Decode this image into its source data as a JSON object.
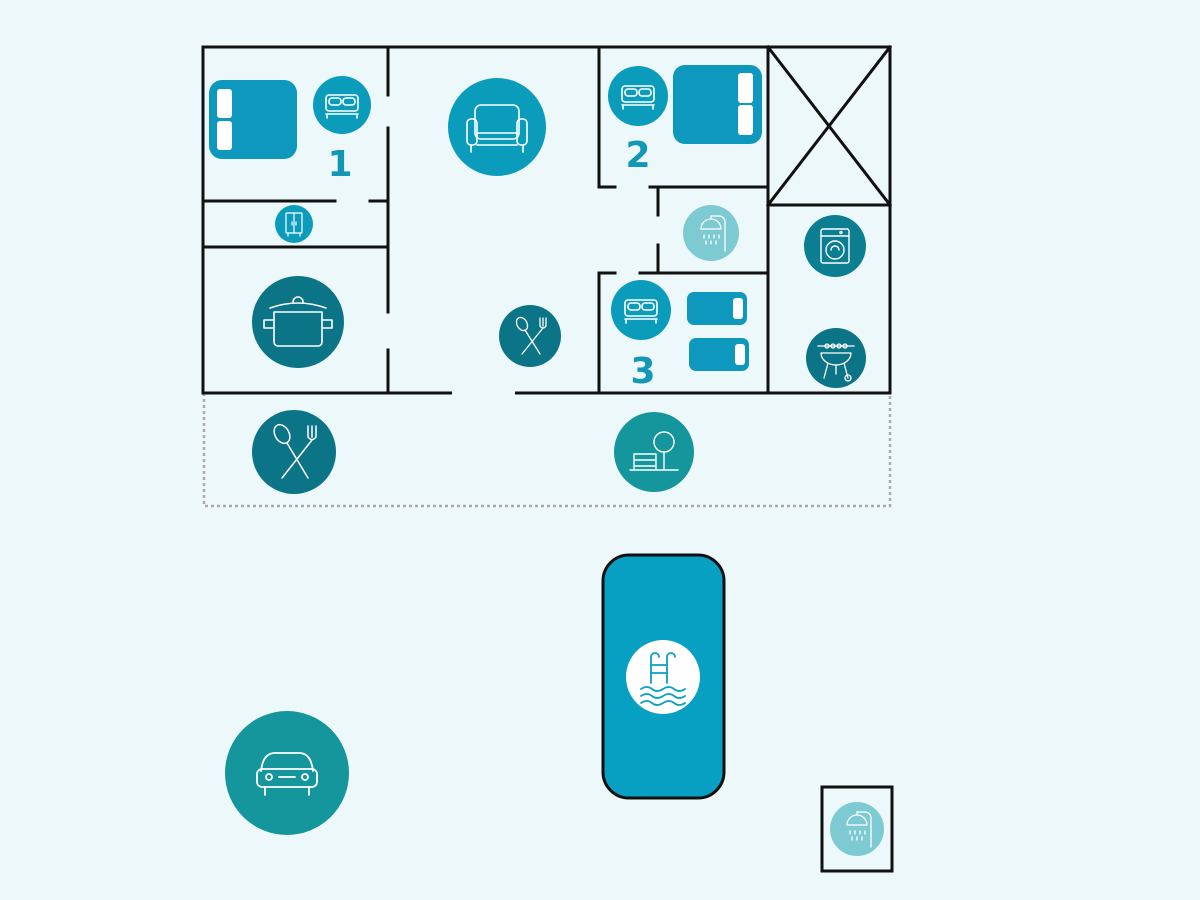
{
  "rooms": {
    "bedroom_1": {
      "number": "1"
    },
    "bedroom_2": {
      "number": "2"
    },
    "bedroom_3": {
      "number": "3"
    }
  },
  "colors": {
    "background": "#ecf8fa",
    "bed_blue": "#0e98bd",
    "circle_blue": "#0b9cbc",
    "circle_teal_dark": "#0b7486",
    "circle_teal": "#14969c",
    "circle_light": "#7ecad3",
    "pool": "#08a0c2",
    "wall": "#111111",
    "number": "#1397b5"
  },
  "icons": [
    "double-bed-icon",
    "double-bed-large-icon",
    "armchair-icon",
    "wardrobe-icon",
    "cooking-pot-icon",
    "dining-cutlery-icon",
    "shower-icon",
    "washing-machine-icon",
    "barbecue-grill-icon",
    "garden-bench-tree-icon",
    "swimming-pool-ladder-icon",
    "car-icon"
  ]
}
